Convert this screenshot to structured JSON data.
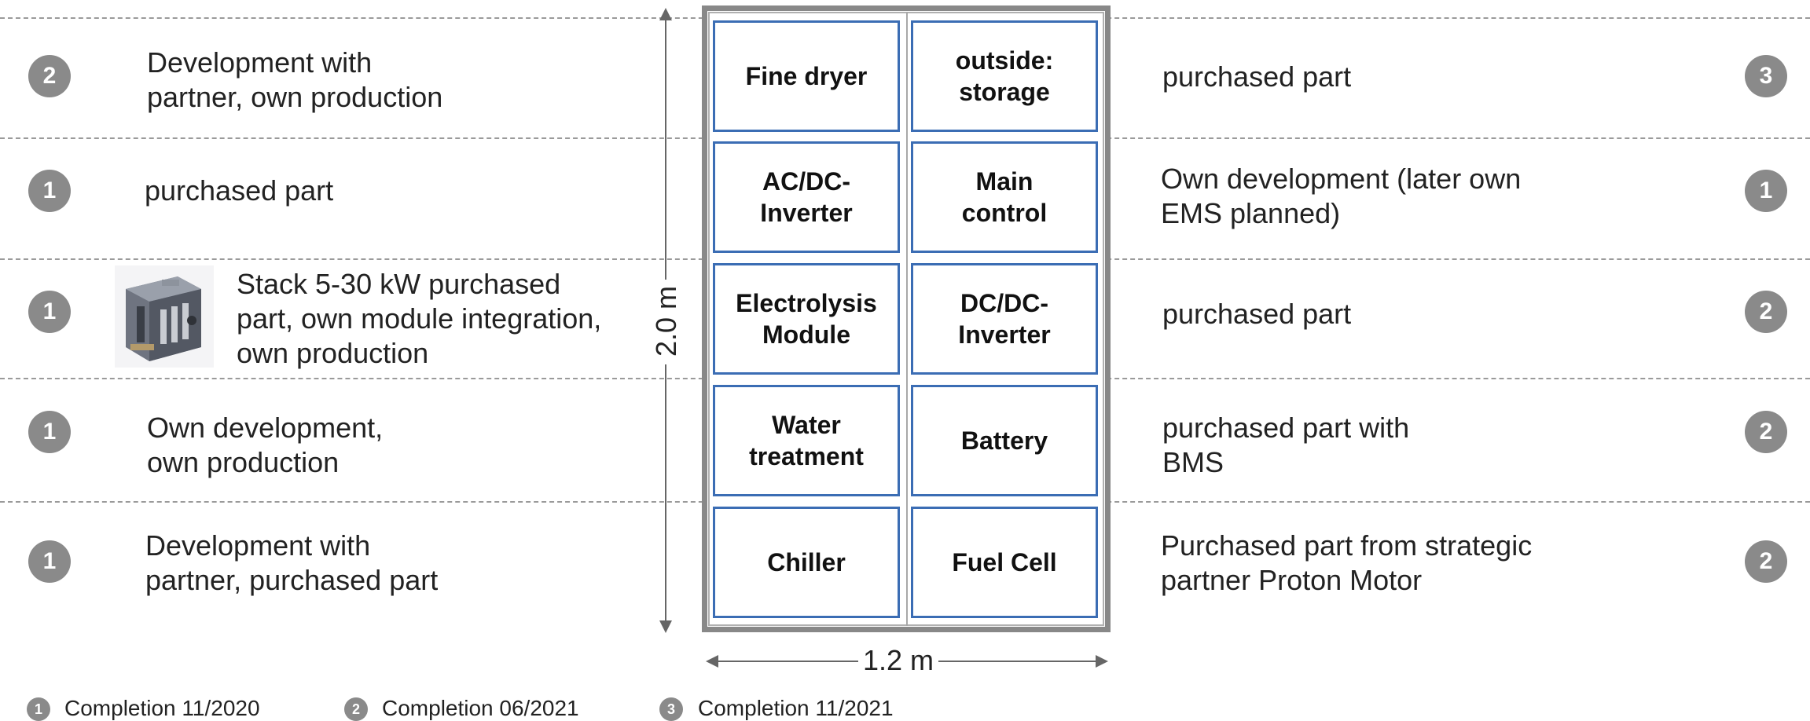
{
  "rows": [
    {
      "left_badge": "2",
      "left_lines": [
        "Development with",
        "partner, own production"
      ],
      "cells": [
        [
          "Fine dryer"
        ],
        [
          "outside:",
          "storage"
        ]
      ],
      "right_lines": [
        "purchased part"
      ],
      "right_badge": "3"
    },
    {
      "left_badge": "1",
      "left_lines": [
        "purchased part"
      ],
      "cells": [
        [
          "AC/DC-",
          "Inverter"
        ],
        [
          "Main",
          "control"
        ]
      ],
      "right_lines": [
        "Own development (later own",
        "EMS planned)"
      ],
      "right_badge": "1"
    },
    {
      "left_badge": "1",
      "left_lines": [
        "Stack 5-30 kW purchased",
        "part, own module integration,",
        "own production"
      ],
      "cells": [
        [
          "Electrolysis",
          "Module"
        ],
        [
          "DC/DC-",
          "Inverter"
        ]
      ],
      "right_lines": [
        "purchased part"
      ],
      "right_badge": "2"
    },
    {
      "left_badge": "1",
      "left_lines": [
        "Own development,",
        "own production"
      ],
      "cells": [
        [
          "Water",
          "treatment"
        ],
        [
          "Battery"
        ]
      ],
      "right_lines": [
        "purchased part with",
        "BMS"
      ],
      "right_badge": "2"
    },
    {
      "left_badge": "1",
      "left_lines": [
        "Development with",
        "partner, purchased part"
      ],
      "cells": [
        [
          "Chiller"
        ],
        [
          "Fuel Cell"
        ]
      ],
      "right_lines": [
        "Purchased part from strategic",
        "partner Proton Motor"
      ],
      "right_badge": "2"
    }
  ],
  "dimensions": {
    "height_label": "2.0 m",
    "width_label": "1.2 m"
  },
  "legend": [
    {
      "badge": "1",
      "text": "Completion 11/2020"
    },
    {
      "badge": "2",
      "text": "Completion 06/2021"
    },
    {
      "badge": "3",
      "text": "Completion 11/2021"
    }
  ],
  "colors": {
    "cell_border": "#3b6db4",
    "frame": "#888888",
    "badge": "#8a8a8a",
    "dashed_line": "#9a9a9a"
  },
  "icons": {
    "stack_image": "electrolysis-stack-image-icon"
  }
}
